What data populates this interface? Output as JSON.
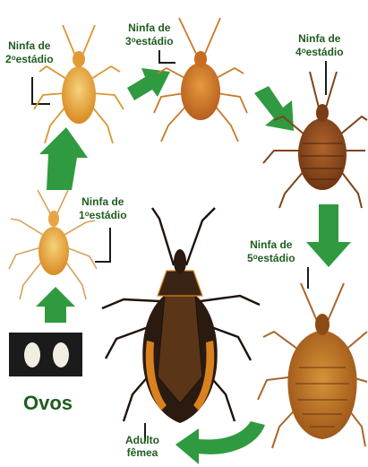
{
  "stages": {
    "nymph1": {
      "line1": "Ninfa de",
      "line2_num": "1",
      "line2_sup": "o",
      "line2_text": "estádio"
    },
    "nymph2": {
      "line1": "Ninfa de",
      "line2_num": "2",
      "line2_sup": "o",
      "line2_text": "estádio"
    },
    "nymph3": {
      "line1": "Ninfa de",
      "line2_num": "3",
      "line2_sup": "o",
      "line2_text": "estádio"
    },
    "nymph4": {
      "line1": "Ninfa de",
      "line2_num": "4",
      "line2_sup": "o",
      "line2_text": "estádio"
    },
    "nymph5": {
      "line1": "Ninfa de",
      "line2_num": "5",
      "line2_sup": "o",
      "line2_text": "estádio"
    },
    "eggs": {
      "label": "Ovos"
    },
    "adult": {
      "line1": "Adulto",
      "line2": "fêmea"
    }
  },
  "colors": {
    "label_text": "#1f5d1f",
    "arrow": "#2f9a3f",
    "nymph_light": "#e8a63a",
    "nymph_dark": "#b9591f",
    "adult_body": "#2b1a10",
    "adult_band": "#d9801f",
    "egg_box": "#1b1b1b",
    "egg": "#f3eee2"
  }
}
